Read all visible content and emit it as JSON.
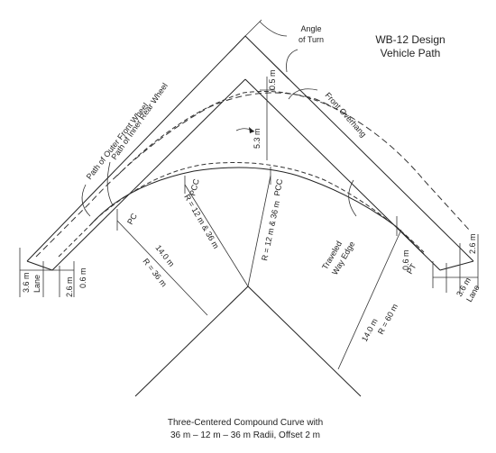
{
  "title": {
    "line1": "WB-12 Design",
    "line2": "Vehicle Path"
  },
  "caption": {
    "line1": "Three-Centered Compound Curve with",
    "line2": "36 m – 12 m – 36 m Radii, Offset 2 m"
  },
  "labels": {
    "angle_of_turn_1": "Angle",
    "angle_of_turn_2": "of Turn",
    "path_outer_front_wheel": "Path of Outer Front Wheel",
    "path_inner_rear_wheel": "Path of Inner Rear Wheel",
    "front_overhang": "Front Overhang",
    "traveled_way_edge_1": "Traveled",
    "traveled_way_edge_2": "Way Edge",
    "pc": "PC",
    "pcc_left": "PCC",
    "pcc_right": "PCC",
    "pt": "PT",
    "radius_12_36_left": "R = 12 m & 36 m",
    "radius_12_36_right": "R = 12 m & 36 m",
    "dim_14_left": "14.0 m",
    "radius_36": "R = 36 m",
    "dim_14_right": "14.0 m",
    "radius_60": "R = 60 m",
    "dim_0_5": "0.5 m",
    "dim_5_3": "5.3 m",
    "dim_0_6_left": "0.6 m",
    "dim_2_6_left": "2.6 m",
    "dim_3_6_left": "3.6 m",
    "lane_left": "Lane",
    "dim_0_6_right": "0.6 m",
    "dim_2_6_right": "2.6 m",
    "dim_3_6_right": "3.6 m",
    "lane_right": "Lane"
  }
}
